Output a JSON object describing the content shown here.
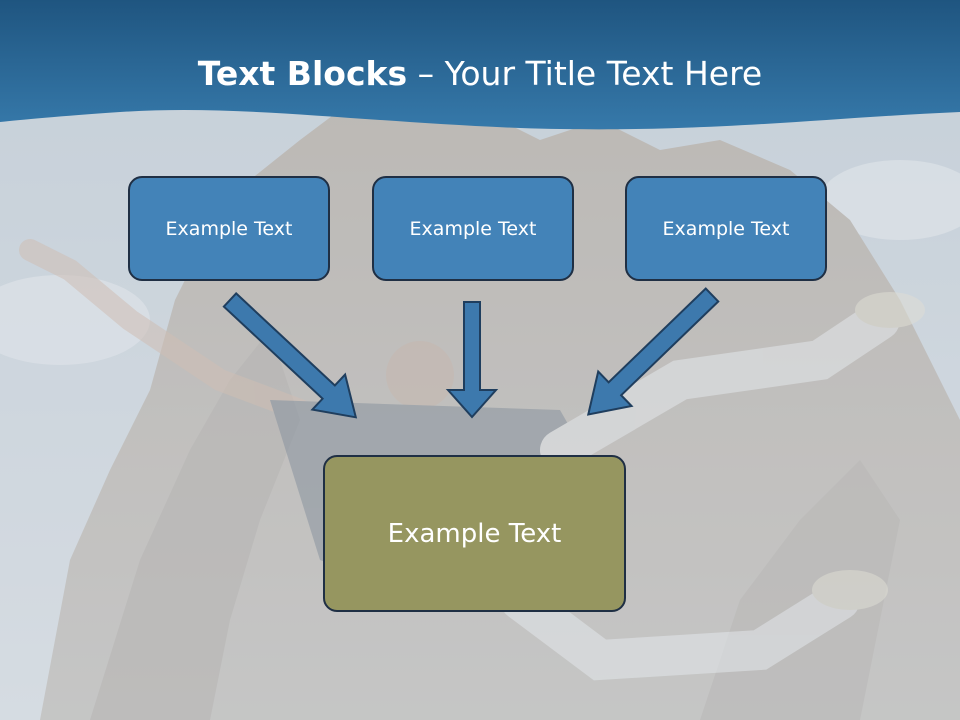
{
  "title": {
    "bold": "Text Blocks",
    "dash": " – ",
    "rest": "Your Title Text Here"
  },
  "blocks": [
    "Example Text",
    "Example Text",
    "Example Text"
  ],
  "result_block": "Example Text",
  "colors": {
    "header_band": "#2d6797",
    "small_box_fill": "#4383b8",
    "big_box_fill": "#969660",
    "box_border": "#1f2f44",
    "arrow_fill": "#3d79ad",
    "arrow_stroke": "#1f3e5e"
  },
  "background": "photo-jumping-person-mountain"
}
